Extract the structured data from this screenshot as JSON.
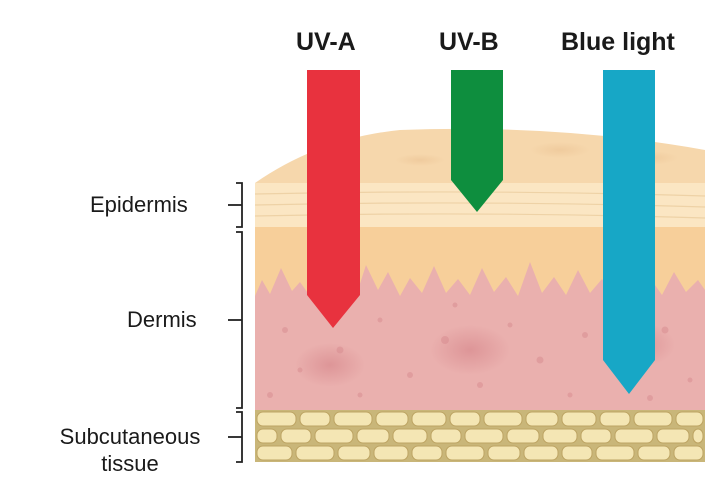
{
  "rays": [
    {
      "label": "UV-A",
      "color": "#e8323e",
      "reaches": "Dermis"
    },
    {
      "label": "UV-B",
      "color": "#0e8e3e",
      "reaches": "Epidermis"
    },
    {
      "label": "Blue light",
      "color": "#17a7c6",
      "reaches": "Dermis"
    }
  ],
  "layers": [
    {
      "label": "Epidermis",
      "color": "#fbe6c3"
    },
    {
      "label": "Dermis",
      "color": "#e9a7a7"
    },
    {
      "label": "Subcutaneous",
      "label2": "tissue",
      "color": "#f0dfa3"
    }
  ]
}
